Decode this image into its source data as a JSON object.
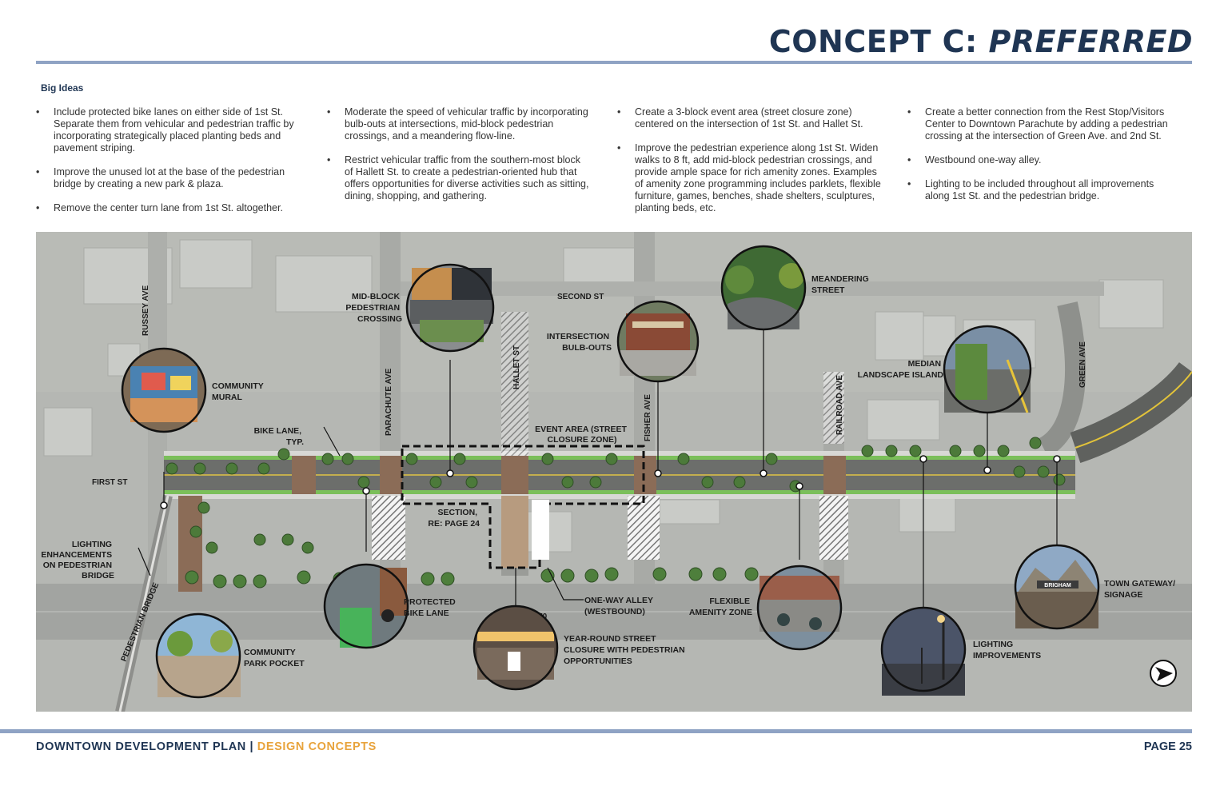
{
  "header": {
    "title_main": "CONCEPT C: ",
    "title_emph": "PREFERRED"
  },
  "big_ideas": {
    "heading": "Big Ideas",
    "columns": [
      [
        "Include protected bike lanes on either side of 1st St. Separate them from vehicular and pedestrian traffic by incorporating strategically placed planting beds and pavement striping.",
        "Improve the unused lot at the base of the pedestrian bridge by creating a new park & plaza.",
        "Remove the center turn lane from 1st St. altogether."
      ],
      [
        "Moderate the speed of vehicular traffic by incorporating bulb-outs at intersections, mid-block pedestrian crossings, and a meandering flow-line.",
        "Restrict vehicular traffic from the southern-most block of Hallett St. to create a pedestrian-oriented hub that offers opportunities for diverse activities such as sitting, dining, shopping, and gathering."
      ],
      [
        "Create a 3-block event area (street closure zone) centered on the intersection of 1st St. and Hallet St.",
        "Improve the pedestrian experience along 1st St. Widen walks to 8 ft, add mid-block pedestrian crossings, and provide ample space for rich amenity zones. Examples of amenity zone programming includes parklets, flexible furniture, games, benches, shade shelters, sculptures, planting beds, etc."
      ],
      [
        "Create a better connection from the Rest Stop/Visitors Center to Downtown Parachute by adding a pedestrian crossing at the intersection of Green Ave. and 2nd St.",
        "Westbound one-way alley.",
        "Lighting to be included throughout all improvements along 1st St. and the pedestrian bridge."
      ]
    ]
  },
  "map": {
    "streets": {
      "russey": "RUSSEY AVE",
      "parachute": "PARACHUTE AVE",
      "hallet": "HALLET ST",
      "fisher": "FISHER AVE",
      "railroad": "RAILROAD AVE",
      "green": "GREEN AVE",
      "second": "SECOND ST",
      "first": "FIRST ST",
      "i70": "I-70",
      "ped_bridge": "PEDESTRIAN BRIDGE"
    },
    "callouts": {
      "community_mural": [
        "COMMUNITY",
        "MURAL"
      ],
      "bike_lane": [
        "BIKE LANE,",
        "TYP."
      ],
      "mid_block": [
        "MID-BLOCK",
        "PEDESTRIAN",
        "CROSSING"
      ],
      "bulb_outs": [
        "INTERSECTION",
        "BULB-OUTS"
      ],
      "meandering": [
        "MEANDERING",
        "STREET"
      ],
      "median": [
        "MEDIAN",
        "LANDSCAPE ISLAND"
      ],
      "event_area": [
        "EVENT AREA (STREET",
        "CLOSURE ZONE)"
      ],
      "section": [
        "SECTION,",
        "RE: PAGE 24"
      ],
      "lighting_bridge": [
        "LIGHTING",
        "ENHANCEMENTS",
        "ON PEDESTRIAN",
        "BRIDGE"
      ],
      "protected_bike": [
        "PROTECTED",
        "BIKE LANE"
      ],
      "park_pocket": [
        "COMMUNITY",
        "PARK POCKET"
      ],
      "one_way_alley": [
        "ONE-WAY ALLEY",
        "(WESTBOUND)"
      ],
      "year_round": [
        "YEAR-ROUND STREET",
        "CLOSURE WITH PEDESTRIAN",
        "OPPORTUNITIES"
      ],
      "flexible": [
        "FLEXIBLE",
        "AMENITY ZONE"
      ],
      "lighting_improve": [
        "LIGHTING",
        "IMPROVEMENTS"
      ],
      "gateway": [
        "TOWN GATEWAY/",
        "SIGNAGE"
      ],
      "sign_text": "BRIGHAM"
    }
  },
  "footer": {
    "left_main": "DOWNTOWN DEVELOPMENT PLAN |",
    "left_accent": "DESIGN CONCEPTS",
    "page": "PAGE 25"
  }
}
